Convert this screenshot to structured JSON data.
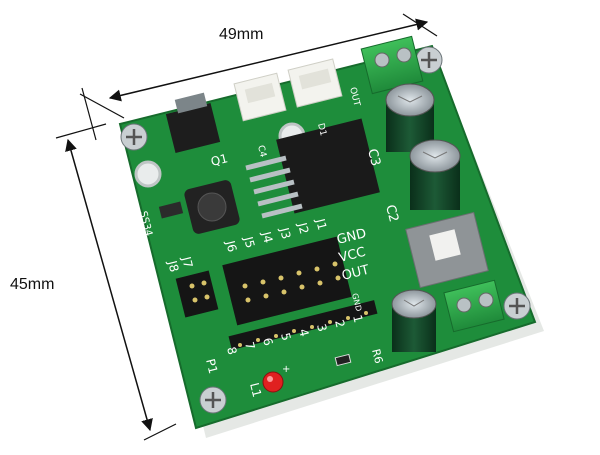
{
  "dimensions": {
    "width_label": "49mm",
    "height_label": "45mm"
  },
  "board": {
    "color": "#1f8f3a",
    "silkscreen_color": "#ffffff",
    "labels": {
      "q1": "Q1",
      "l1": "L1",
      "ss34": "SS34",
      "c3": "C3",
      "c2": "C2",
      "j8": "J8",
      "j7": "J7",
      "j6": "J6",
      "j5": "J5",
      "j4": "J4",
      "j3": "J3",
      "j2": "J2",
      "j1": "J1",
      "gnd": "GND",
      "vcc": "VCC",
      "out": "OUT",
      "gnd_small": "GND",
      "p1": "P1",
      "num_1": "1",
      "num_2": "2",
      "num_3": "3",
      "num_4": "4",
      "num_5": "5",
      "num_6": "6",
      "num_7": "7",
      "num_8": "8",
      "led": "L1",
      "plus": "+",
      "r6": "R6",
      "c4": "C4",
      "d1": "D1",
      "out_conn": "OUT"
    }
  },
  "icons": {
    "screw": "screw-icon",
    "capacitor": "electrolytic-capacitor-icon",
    "chip": "ic-chip-icon",
    "inductor": "inductor-icon",
    "led": "red-led-icon"
  }
}
